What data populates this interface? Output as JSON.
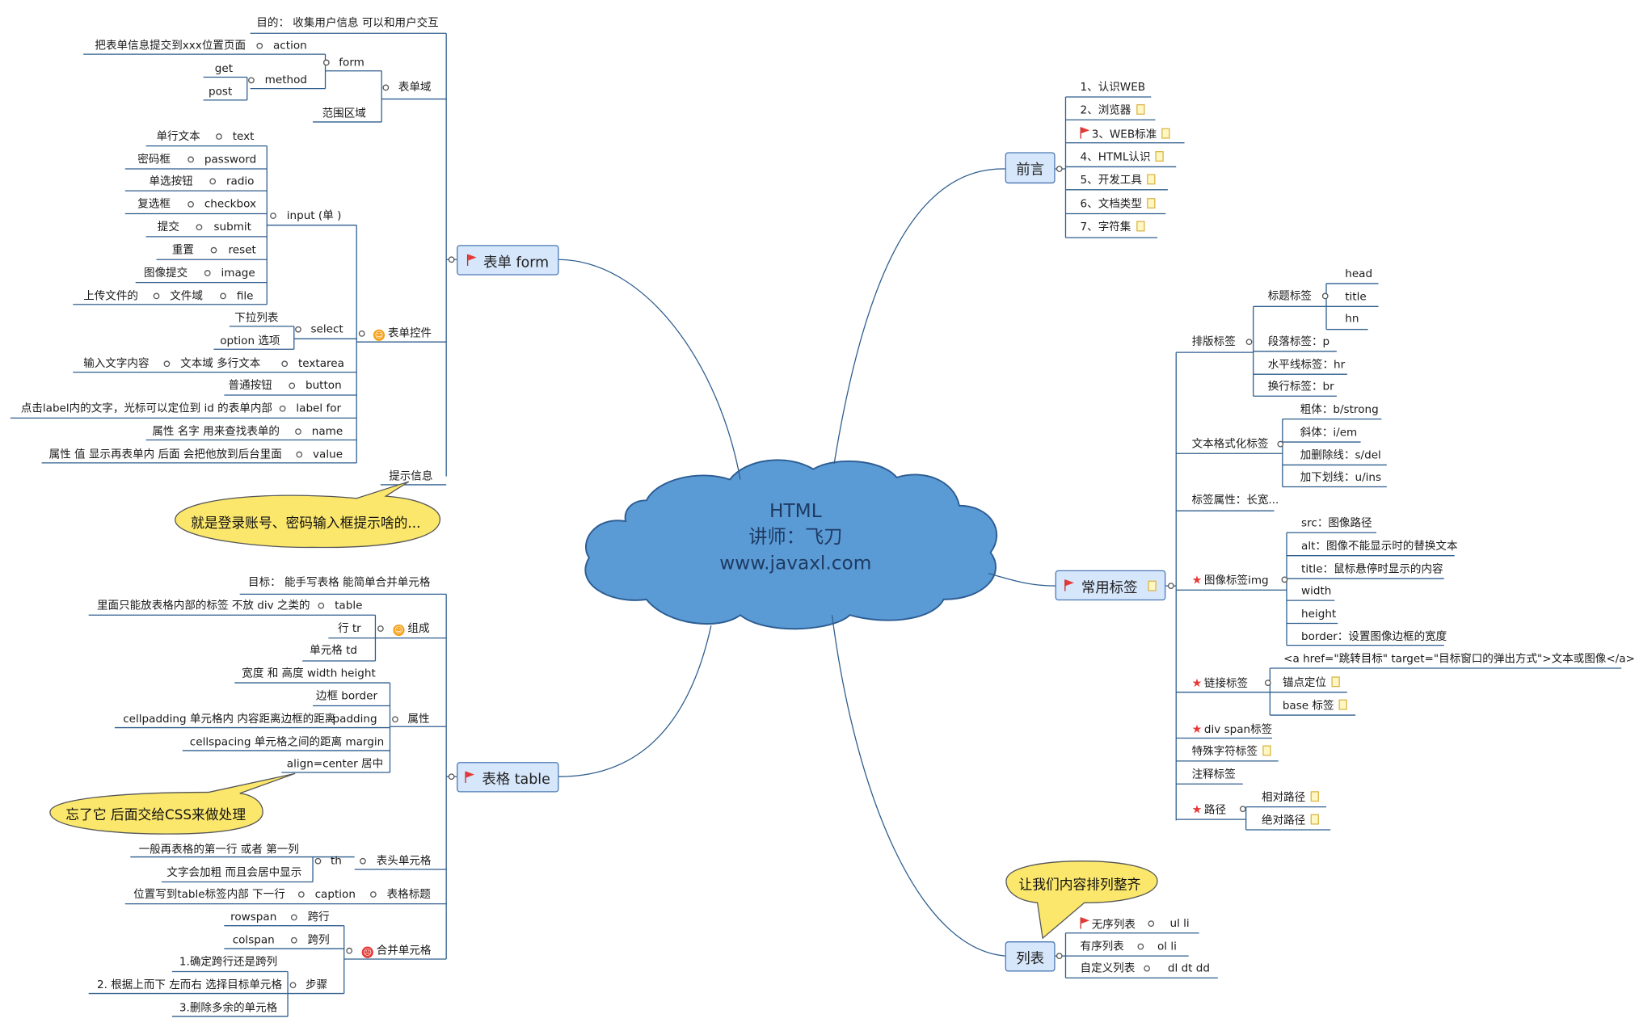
{
  "center": {
    "line1": "HTML",
    "line2": "讲师：飞刀",
    "line3": "www.javaxl.com"
  },
  "colors": {
    "cloud": "#5b9bd5",
    "branch_fill": "#d6e6fb",
    "line": "#2f5e8e",
    "callout": "#fbe76b"
  },
  "form": {
    "title": "表单 form",
    "goal": "目的： 收集用户信息 可以和用户交互",
    "domain": "表单域",
    "form": "form",
    "action_desc": "把表单信息提交到xxx位置页面",
    "action": "action",
    "method": "method",
    "get": "get",
    "post": "post",
    "scope": "范围区域",
    "controls": "表单控件",
    "input": "input (单 )",
    "inputs": [
      {
        "desc": "单行文本",
        "val": "text"
      },
      {
        "desc": "密码框",
        "val": "password"
      },
      {
        "desc": "单选按钮",
        "val": "radio"
      },
      {
        "desc": "复选框",
        "val": "checkbox"
      },
      {
        "desc": "提交",
        "val": "submit"
      },
      {
        "desc": "重置",
        "val": "reset"
      },
      {
        "desc": "图像提交",
        "val": "image"
      },
      {
        "desc": "文件域",
        "val": "file"
      }
    ],
    "file_desc": "上传文件的",
    "select": "select",
    "select_items": [
      "下拉列表",
      "option 选项"
    ],
    "textarea_desc": "输入文字内容",
    "textarea_mid": "文本域  多行文本",
    "textarea": "textarea",
    "button_desc": "普通按钮",
    "button": "button",
    "label_desc": "点击label内的文字，光标可以定位到  id 的表单内部",
    "label": "label  for",
    "name_desc": "属性 名字  用来查找表单的",
    "name": "name",
    "value_desc": "属性 值  显示再表单内  后面 会把他放到后台里面",
    "value": "value",
    "hint": "提示信息",
    "callout": "就是登录账号、密码输入框提示啥的..."
  },
  "table": {
    "title": "表格 table",
    "goal": "目标：  能手写表格  能简单合并单元格",
    "compose": "组成",
    "table_desc": "里面只能放表格内部的标签  不放 div 之类的",
    "table": "table",
    "tr": "行 tr",
    "td": "单元格  td",
    "attr": "属性",
    "wh": "宽度 和 高度  width  height",
    "border": "边框 border",
    "padding_desc": "cellpadding  单元格内 内容距离边框的距离",
    "padding": "padding",
    "margin": "cellspacing  单元格之间的距离 margin",
    "align": "align=center 居中",
    "callout": "忘了它 后面交给CSS来做处理",
    "th_desc1": "一般再表格的第一行 或者 第一列",
    "th_desc2": "文字会加粗 而且会居中显示",
    "th": "th",
    "th_label": "表头单元格",
    "caption_desc": "位置写到table标签内部  下一行",
    "caption": "caption",
    "caption_label": "表格标题",
    "rowspan": "rowspan",
    "rowspan_label": "跨行",
    "colspan": "colspan",
    "colspan_label": "跨列",
    "merge": "合并单元格",
    "steps": "步骤",
    "step_items": [
      "1.确定跨行还是跨列",
      "2. 根据上而下 左而右 选择目标单元格",
      "3.删除多余的单元格"
    ]
  },
  "preface": {
    "title": "前言",
    "items": [
      "1、认识WEB",
      "2、浏览器",
      "3、WEB标准",
      "4、HTML认识",
      "5、开发工具",
      "6、文档类型",
      "7、字符集"
    ]
  },
  "common": {
    "title": "常用标签",
    "layout": "排版标签",
    "heading": "标题标签",
    "heading_items": [
      "head",
      "title",
      "hn"
    ],
    "para": "段落标签：p",
    "hr": "水平线标签：hr",
    "br": "换行标签：br",
    "format": "文本格式化标签",
    "format_items": [
      "粗体：b/strong",
      "斜体：i/em",
      "加删除线：s/del",
      "加下划线：u/ins"
    ],
    "attrs": "标签属性：长宽...",
    "img": "图像标签img",
    "img_items": [
      "src：图像路径",
      "alt：图像不能显示时的替换文本",
      "title：鼠标悬停时显示的内容",
      "width",
      "height",
      "border：设置图像边框的宽度"
    ],
    "link": "链接标签",
    "link_items": [
      "<a href=\"跳转目标\" target=\"目标窗口的弹出方式\">文本或图像</a>",
      "锚点定位",
      "base 标签"
    ],
    "divspan": "div span标签",
    "special": "特殊字符标签",
    "comment": "注释标签",
    "path": "路径",
    "path_items": [
      "相对路径",
      "绝对路径"
    ]
  },
  "list": {
    "title": "列表",
    "callout": "让我们内容排列整齐",
    "items": [
      {
        "label": "无序列表",
        "tags": "ul   li"
      },
      {
        "label": "有序列表",
        "tags": "ol   li"
      },
      {
        "label": "自定义列表",
        "tags": "dl dt  dd"
      }
    ]
  }
}
